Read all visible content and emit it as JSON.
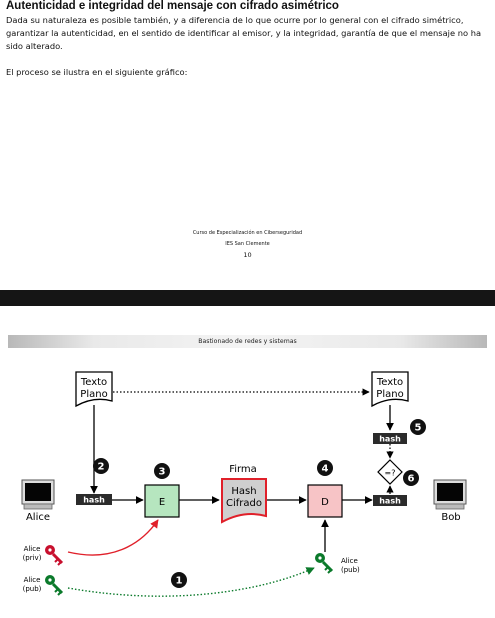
{
  "slide1": {
    "title": "Autenticidad e integridad del mensaje con cifrado asimétrico",
    "paragraph": "Dada su naturaleza es posible también, y a diferencia de lo que ocurre por lo general con el cifrado simétrico, garantizar la autenticidad, en el sentido de identificar al emisor, y la integridad, garantía de que el mensaje no ha sido alterado.",
    "paragraph2": "El proceso se ilustra en el siguiente gráfico:",
    "footer": {
      "course": "Curso de Especialización en Ciberseguridad",
      "school": "IES San Clemente",
      "page_number": "10"
    }
  },
  "slide2": {
    "banner": "Bastionado de redes y sistemas",
    "diagram": {
      "doc_left_line1": "Texto",
      "doc_left_line2": "Plano",
      "doc_right_line1": "Texto",
      "doc_right_line2": "Plano",
      "hash_label": "hash",
      "hash_right_top": "hash",
      "hash_right_bottom": "hash",
      "encrypt_label": "E",
      "decrypt_label": "D",
      "firma_label": "Firma",
      "hash_cifrado_line1": "Hash",
      "hash_cifrado_line2": "Cifrado",
      "compare_label": "=?",
      "alice_label": "Alice",
      "bob_label": "Bob",
      "alice_priv_line1": "Alice",
      "alice_priv_line2": "(priv)",
      "alice_pub_line1": "Alice",
      "alice_pub_line2": "(pub)",
      "bob_side_pub_line1": "Alice",
      "bob_side_pub_line2": "(pub)",
      "step_1": "1",
      "step_2": "2",
      "step_3": "3",
      "step_4": "4",
      "step_5": "5",
      "step_6": "6"
    },
    "colors": {
      "encrypt_fill": "#b6e6bf",
      "decrypt_fill": "#f7c4c6",
      "signature_border": "#e0202a",
      "signature_fill": "#cfcfcf",
      "private_key": "#c8102e",
      "public_key": "#0b7a2b",
      "hash_box": "#2b2b2b"
    }
  }
}
